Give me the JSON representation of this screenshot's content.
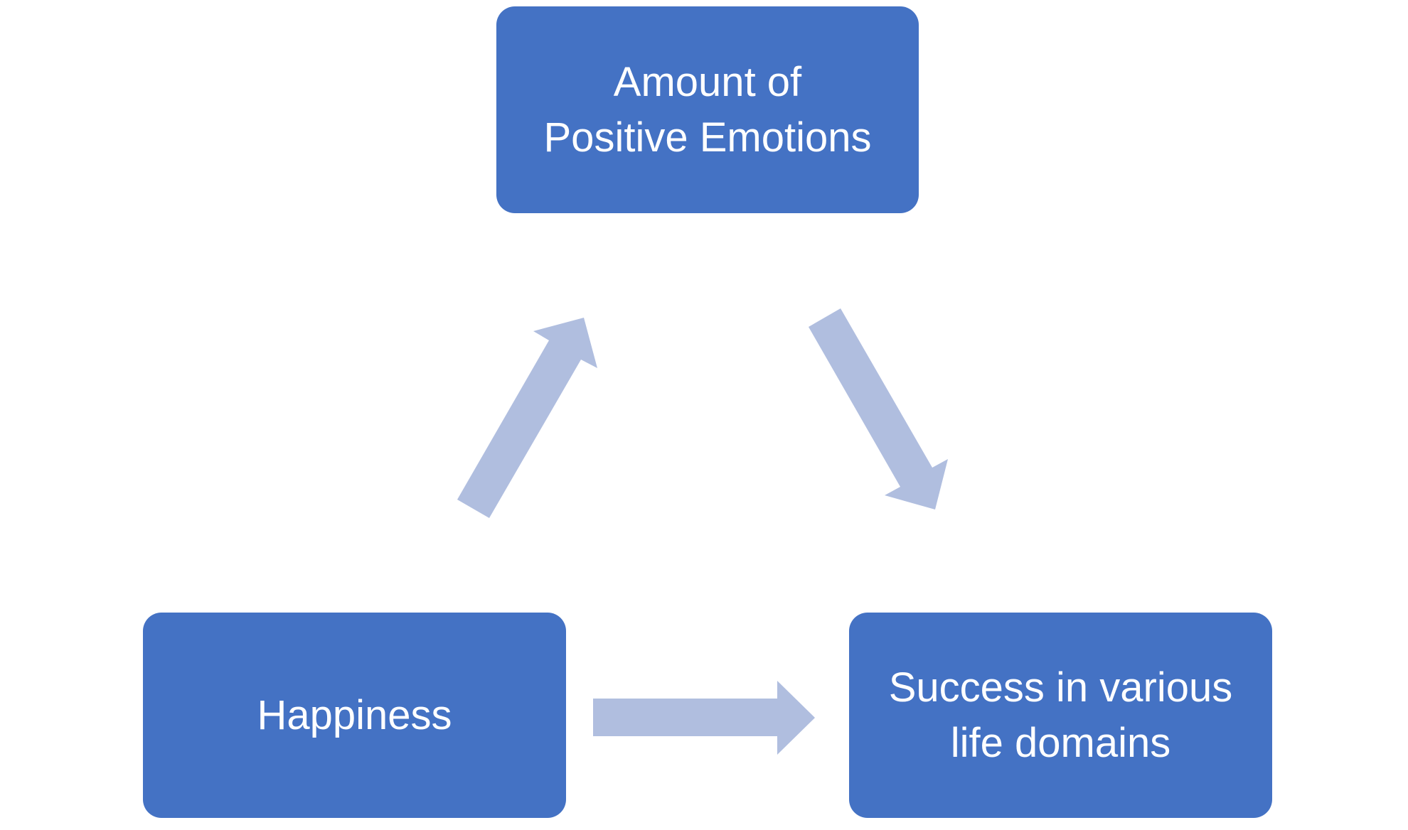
{
  "diagram": {
    "type": "cycle/flow",
    "nodes": [
      {
        "id": "positive-emotions",
        "lines": [
          "Amount of",
          "Positive Emotions"
        ]
      },
      {
        "id": "happiness",
        "lines": [
          "Happiness"
        ]
      },
      {
        "id": "success",
        "lines": [
          "Success in various",
          "life domains"
        ]
      }
    ],
    "edges": [
      {
        "from": "happiness",
        "to": "positive-emotions"
      },
      {
        "from": "positive-emotions",
        "to": "success"
      },
      {
        "from": "happiness",
        "to": "success"
      }
    ],
    "colors": {
      "node_fill": "#4472C4",
      "node_text": "#FFFFFF",
      "arrow_fill": "#B0BEDF",
      "background": "#FFFFFF"
    }
  }
}
